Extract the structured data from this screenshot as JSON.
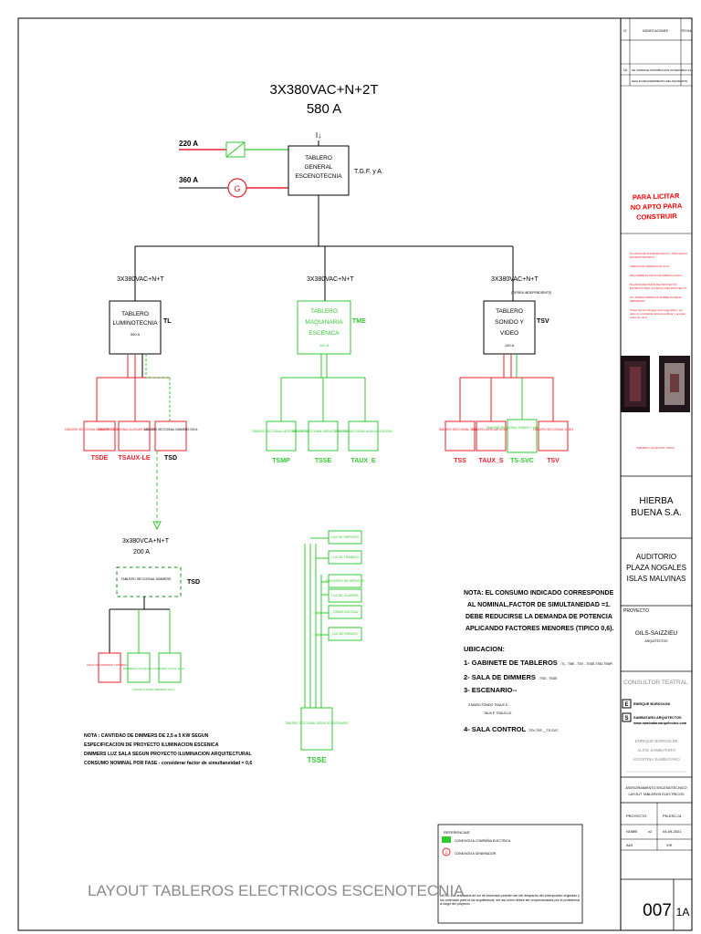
{
  "header": {
    "supply": "3X380VAC+N+2T",
    "amps": "580 A",
    "symbol": "I↓"
  },
  "feeds": {
    "rectifier_amps": "220 A",
    "generator_amps": "360 A",
    "generator_symbol": "G"
  },
  "main_board": {
    "line1": "TABLERO",
    "line2": "GENERAL",
    "line3": "ESCENOTECNIA",
    "tag": "T.G.F. y A."
  },
  "tl": {
    "supply": "3X380VAC+N+T",
    "line1": "TABLERO",
    "line2": "LUMINOTECNIA",
    "amps": "300 A",
    "tag": "TL",
    "subs": [
      {
        "text": "TABLERO SECCIONAL DIMMERS ESCENARIO 60 A",
        "tag": "TSDE"
      },
      {
        "text": "TABLERO SECCIONAL AUXILIAR LUZ ESCENICA 60 A",
        "tag": "TSAUX-LE"
      },
      {
        "text": "TABLERO SECCIONAL DIMMERS 200 A",
        "tag": "TSD"
      }
    ]
  },
  "tme": {
    "supply": "3X380VAC+N+T",
    "line1": "TABLERO",
    "line2": "MAQUINARIA",
    "line3": "ESCENICA",
    "amps": "140 A",
    "tag": "TME",
    "subs": [
      {
        "text": "TABLERO SECCIONAL MOTORES ESCENA",
        "tag": "TSMP"
      },
      {
        "text": "TABLERO SECCIONAL SERVICIO ESCENARIO",
        "tag": "TSSE"
      },
      {
        "text": "TABLERO SECCIONAL AUXILIAR ESCENA",
        "tag": "TAUX_E"
      }
    ]
  },
  "tsv": {
    "supply": "3X380VAC+N+T",
    "note": "(TIERRA INDEPENDIENTE)",
    "line1": "TABLERO",
    "line2": "SONIDO Y",
    "line3": "VIDEO",
    "amps": "140 A",
    "tag": "TSV",
    "subs": [
      {
        "text": "TABLERO SECCIONAL SONIDO",
        "tag": "TSS"
      },
      {
        "text": "TABLERO AUXILIAR SONIDO",
        "tag": "TAUX_S"
      },
      {
        "text": "TABLERO SECCIONAL SONIDO Y VIDEO CONSUMO",
        "tag": "TS-SVC"
      },
      {
        "text": "TABLERO SECCIONAL VIDEO",
        "tag": "TSV"
      }
    ]
  },
  "tsd": {
    "supply": "3x380VCA+N+T",
    "amps": "200 A",
    "text": "TABLERO SECCIONAL DIMMERS",
    "tag": "TSD",
    "subs": [
      {
        "text": "RACK DE DIMMERS 1 ESCENARIO"
      },
      {
        "text": "DIMMERS LUZ DE SALA"
      },
      {
        "text": "TABLERO LUZ de SALA"
      }
    ],
    "caption": "CIRCUITO PARA DIMMERS SALA"
  },
  "tsse": {
    "tag": "TSSE",
    "box": "TABLERO SECCIONAL SERVICIO ESCENARIO",
    "branches": [
      "LUZ DE SERVICIO",
      "LUZ DE TRABAJO",
      "ENCHUFES DE SERVICIO",
      "LUZ DE GUARDIA",
      "TOMAS ESCENA",
      "LUZ DE ENSAYO"
    ]
  },
  "notes_left": [
    "NOTA : CANTIDAD DE DIMMERS DE 2,5 a 5 KW SEGUN",
    "ESPECIFICACION DE PROYECTO ILUMINACION ESCENICA",
    "DIMMERS LUZ SALA SEGUN PROYECTO ILUMINACION ARQUITECTURAL",
    "CONSUMO NOMINAL POR FASE - considerar factor de simultaneidad = 0,6"
  ],
  "notes_right": {
    "lines": [
      "NOTA: EL CONSUMO INDICADO CORRESPONDE",
      "AL NOMINAL,FACTOR DE SIMULTANEIDAD =1.",
      "DEBE REDUCIRSE LA DEMANDA DE POTENCIA",
      "APLICANDO FACTORES MENORES (TIPICO 0,6)."
    ],
    "ubicacion": "UBICACION:",
    "items": [
      {
        "label": "1- GABINETE DE TABLEROS ",
        "detail": "- TL - TME - TSV - TSSE-TSM-TSMP-"
      },
      {
        "label": "2- SALA DE DIMMERS ",
        "detail": "- TSD - TSDE"
      },
      {
        "label": "3- ESCENARIO--",
        "detail": ""
      },
      {
        "label": "4- SALA CONTROL ",
        "detail": "-TSV-TSS __TS-SVC"
      }
    ],
    "sub3a": "3 MURO FONDO   TSAUX S -",
    "sub3b": "TAUX E     TSAUX-LE"
  },
  "legend": {
    "title": "REFERENCIAS",
    "items": [
      {
        "symbol": "rect",
        "text": "CONEXION A COMPAÑIA ELECTRICA"
      },
      {
        "symbol": "G",
        "text": "CONEXION A GENERADOR"
      }
    ],
    "note": "NOTA: Los artefactos de luz de escenario pueden ser del despacho del presupuesto originado y los potencias para la luz arquitectural, ser asi como deben ser proporcionados por el profesional a cargo del proyecto"
  },
  "drawing_title": "LAYOUT TABLEROS ELECTRICOS ESCENOTECNIA",
  "title_block": {
    "rev_headers": [
      "N°",
      "MODIFICACIONES",
      "FECHA"
    ],
    "rev_rows": [
      {
        "n": "1A",
        "text": "SE CORRIGE DISTRIBUCION POTENCIA",
        "date": "7-12-21"
      },
      {
        "n": "",
        "text": "SEGUN REQUERIMIENTO DEL MANDANTE",
        "date": ""
      }
    ],
    "stamp": [
      "PARA LICITAR",
      "NO APTO PARA",
      "CONSTRUIR"
    ],
    "warnings": [
      "PLANOS DE ANTEPROYECTO. PROYECTO ESCENOTECNICO",
      "VERIFICAR MEDIDAS IN SITU",
      "REQUIERE PLANOS DE FABRICACION",
      "PLANOS REVISIÓN DE PROYECTO ESTRUCTURAL A CARGO DEL PROYECTO",
      "NO TOMAR MEDIDAS SOBRE PLANOS IMPRESOS",
      "Todas las tecnologias aqui sugeridas y por tanto el contratista deberá verificar y aceptar antes de obra"
    ],
    "photo_caption": "TABLERO LAVAPLANT TIPICO",
    "client": [
      "HIERBA",
      "BUENA S.A."
    ],
    "project_name": [
      "AUDITORIO",
      "PLAZA NOGALES",
      "ISLAS MALVINAS"
    ],
    "proyecto_label": "PROYECTO",
    "architects": "GILS-SAIZZIEU",
    "architects_sub": "ARQUITECTOS",
    "consultor_label": "CONSULTOR TEATRAL",
    "consultor_line1": "ENRIQUE BORGOLINI",
    "consultor_line2": "SAMBATARO ARQUITECTOS",
    "consultor_web": "www.sambataroarquitectos.com",
    "team": [
      "ENRIQUE BORGOLINI",
      "ALFIO SAMBATARO",
      "AGOSTINA SAMBATARO"
    ],
    "sheet_title1": "ASESORAMIENTO ESCENOTECNICO",
    "sheet_title2": "LAYOUT TABLEROS ELECTRICOS",
    "fields": [
      {
        "label": "PROYECTO",
        "value": "PN-ESC-01"
      },
      {
        "label": "NOMB",
        "value": "v2",
        "value2": "04-09-2021"
      },
      {
        "label": "A#3",
        "value": "",
        "value2": "V/E"
      }
    ],
    "sheet_number": "007",
    "revision": "1A"
  },
  "colors": {
    "line": "#000000",
    "red": "#e8202a",
    "green": "#31c831",
    "stamp_red": "#ff0000",
    "grey_text": "#8a8a8a"
  }
}
